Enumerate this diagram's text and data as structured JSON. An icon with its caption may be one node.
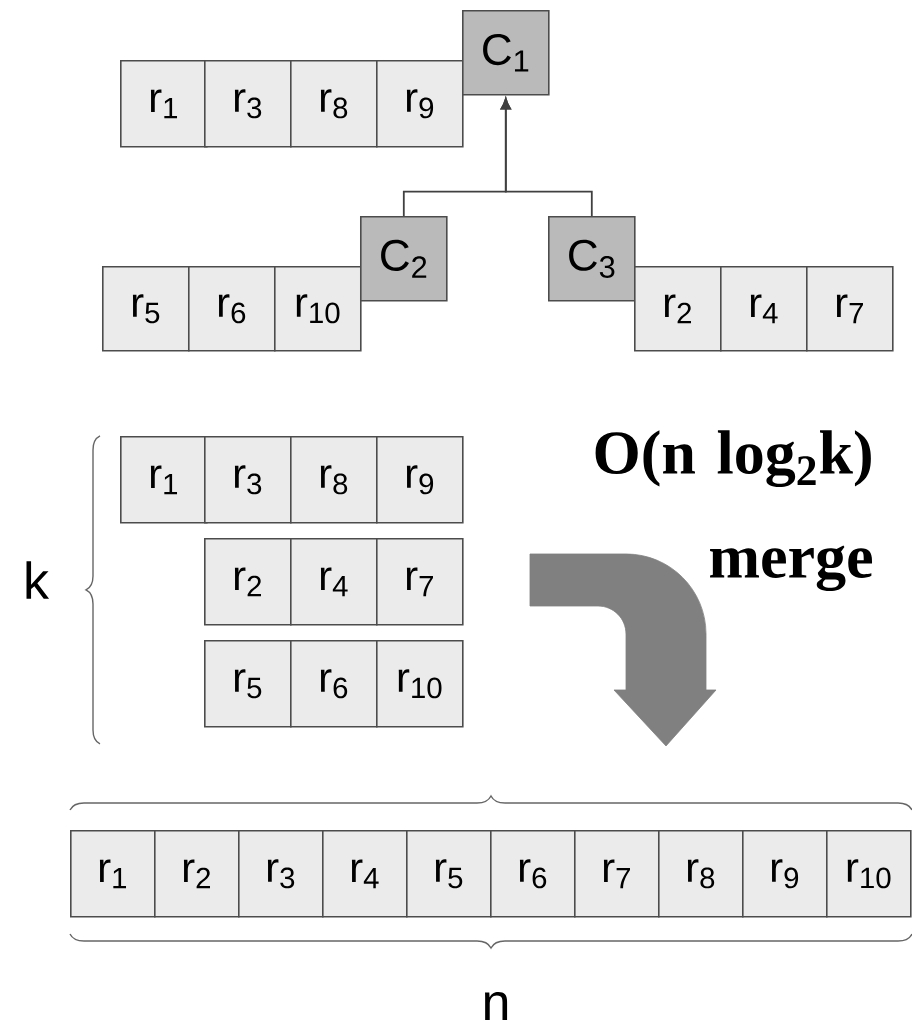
{
  "diagram": {
    "nodes": [
      {
        "text": [
          "r$_{1}$"
        ]
      },
      {
        "text": [
          "r$_{3}$"
        ]
      },
      {
        "text": [
          "r$_{8}$"
        ]
      },
      {
        "text": [
          "r$_{9}$"
        ]
      },
      {
        "text": [
          "C$_{1}$"
        ]
      },
      {
        "text": [
          "r$_{5}$"
        ]
      },
      {
        "text": [
          "r$_{6}$"
        ]
      },
      {
        "text": [
          "r$_{10}$"
        ]
      },
      {
        "text": [
          "C$_{2}$"
        ]
      },
      {
        "text": [
          "C$_{3}$"
        ]
      },
      {
        "text": [
          "r$_{2}$"
        ]
      },
      {
        "text": [
          "r$_{4}$"
        ]
      },
      {
        "text": [
          "r$_{7}$"
        ]
      },
      {
        "text": [
          "r$_{1}$"
        ]
      },
      {
        "text": [
          "r$_{3}$"
        ]
      },
      {
        "text": [
          "r$_{8}$"
        ]
      },
      {
        "text": [
          "r$_{9}$"
        ]
      },
      {
        "text": [
          "r$_{2}$"
        ]
      },
      {
        "text": [
          "r$_{4}$"
        ]
      },
      {
        "text": [
          "r$_{7}$"
        ]
      },
      {
        "text": [
          "r$_{5}$"
        ]
      },
      {
        "text": [
          "r$_{6}$"
        ]
      },
      {
        "text": [
          "r$_{10}$"
        ]
      },
      {
        "text": [
          "r$_{1}$"
        ]
      },
      {
        "text": [
          "r$_{2}$"
        ]
      },
      {
        "text": [
          "r$_{3}$"
        ]
      },
      {
        "text": [
          "r$_{4}$"
        ]
      },
      {
        "text": [
          "r$_{5}$"
        ]
      },
      {
        "text": [
          "r$_{6}$"
        ]
      },
      {
        "text": [
          "r$_{7}$"
        ]
      },
      {
        "text": [
          "r$_{8}$"
        ]
      },
      {
        "text": [
          "r$_{9}$"
        ]
      },
      {
        "text": [
          "r$_{10}$"
        ]
      }
    ],
    "edges": [
      {
        "from": 8,
        "to": 4,
        "arrow": "to"
      },
      {
        "from": 9,
        "to": 4,
        "arrow": "to"
      }
    ],
    "labels": [
      "O(n log$_{2}$k) merge",
      "k",
      "n"
    ]
  }
}
